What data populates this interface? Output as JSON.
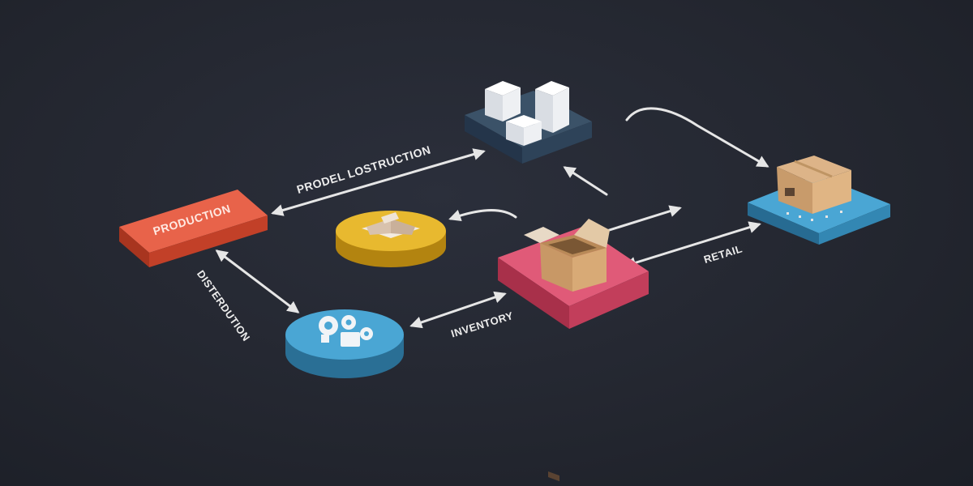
{
  "labels": {
    "production": "PRODUCTION",
    "prodel": "PRODEL LOSTRUCTION",
    "distribution": "DISTERDUTION",
    "inventory": "INVENTORY",
    "retail": "RETAIL"
  },
  "colors": {
    "background": "#262a34",
    "production": "#e0523a",
    "book_disc": "#e3b12e",
    "gears_disc": "#3d9ccc",
    "inventory": "#d94d6b",
    "warehouse": "#34495e",
    "retail": "#3e9bd0",
    "arrow": "#e6e6e6",
    "label": "#ececec"
  },
  "icons": {
    "book": "open-book-icon",
    "gears": "gears-icon",
    "boxes": "stacked-boxes-icon",
    "open_box": "open-box-icon",
    "closed_box": "closed-box-icon"
  }
}
